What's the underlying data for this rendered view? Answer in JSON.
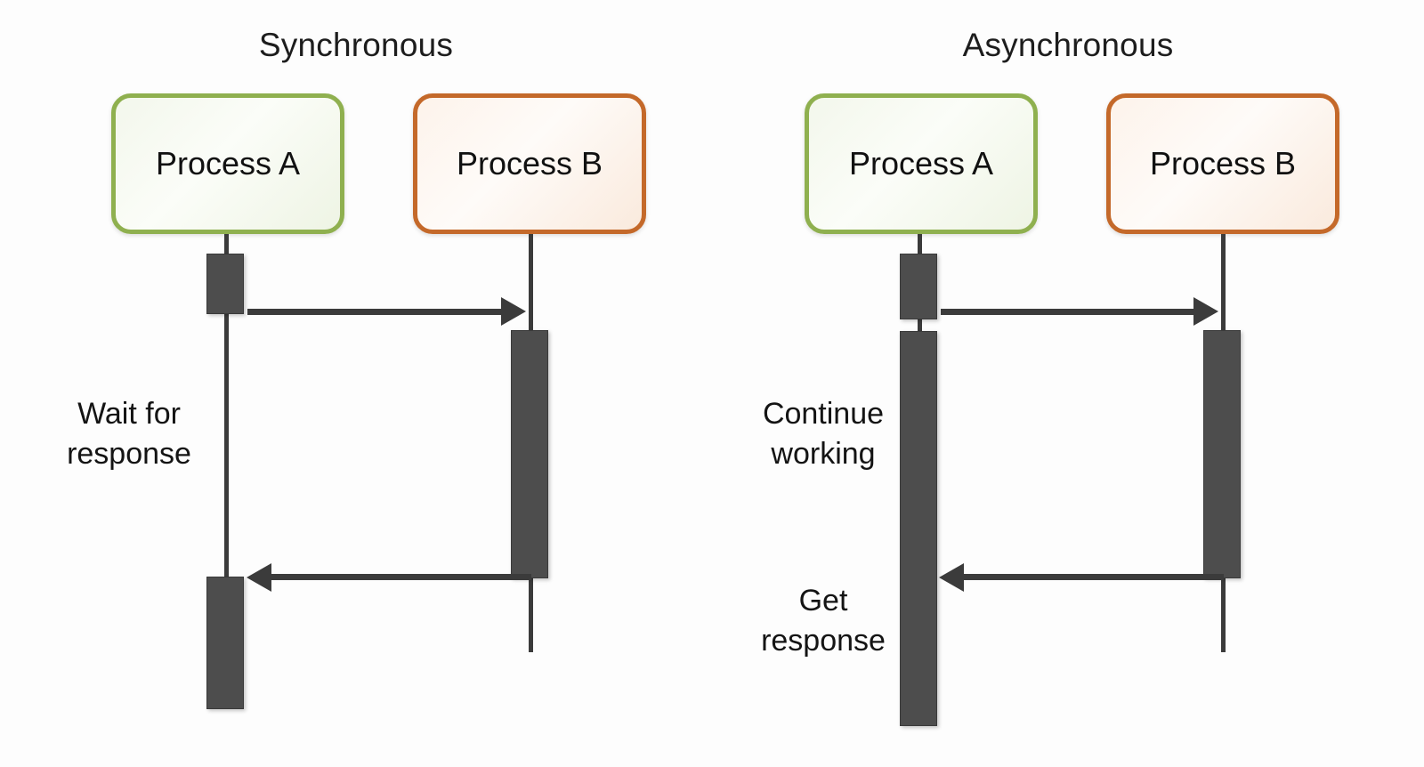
{
  "figure": {
    "background_color": "#fdfdfd",
    "type": "uml-sequence-diagram-comparison"
  },
  "palette": {
    "green_border": "#8FB04F",
    "green_fill": "#f3f7ec",
    "orange_border": "#C4692A",
    "orange_fill": "#fdf3eb",
    "activation_fill": "#4d4d4d",
    "line_color": "#3b3b3b",
    "text_color": "#141414"
  },
  "panels": [
    {
      "id": "synchronous",
      "title": "Synchronous",
      "participants": [
        {
          "id": "a",
          "label": "Process A",
          "color": "green"
        },
        {
          "id": "b",
          "label": "Process B",
          "color": "orange"
        }
      ],
      "notes": [
        {
          "id": "wait",
          "text": "Wait for\nresponse"
        }
      ],
      "messages": [
        {
          "id": "request",
          "direction": "right",
          "from": "a",
          "to": "b"
        },
        {
          "id": "response",
          "direction": "left",
          "from": "b",
          "to": "a"
        }
      ]
    },
    {
      "id": "asynchronous",
      "title": "Asynchronous",
      "participants": [
        {
          "id": "a",
          "label": "Process A",
          "color": "green"
        },
        {
          "id": "b",
          "label": "Process B",
          "color": "orange"
        }
      ],
      "notes": [
        {
          "id": "continue",
          "text": "Continue\nworking"
        },
        {
          "id": "get",
          "text": "Get\nresponse"
        }
      ],
      "messages": [
        {
          "id": "request",
          "direction": "right",
          "from": "a",
          "to": "b"
        },
        {
          "id": "response",
          "direction": "left",
          "from": "b",
          "to": "a"
        }
      ]
    }
  ]
}
